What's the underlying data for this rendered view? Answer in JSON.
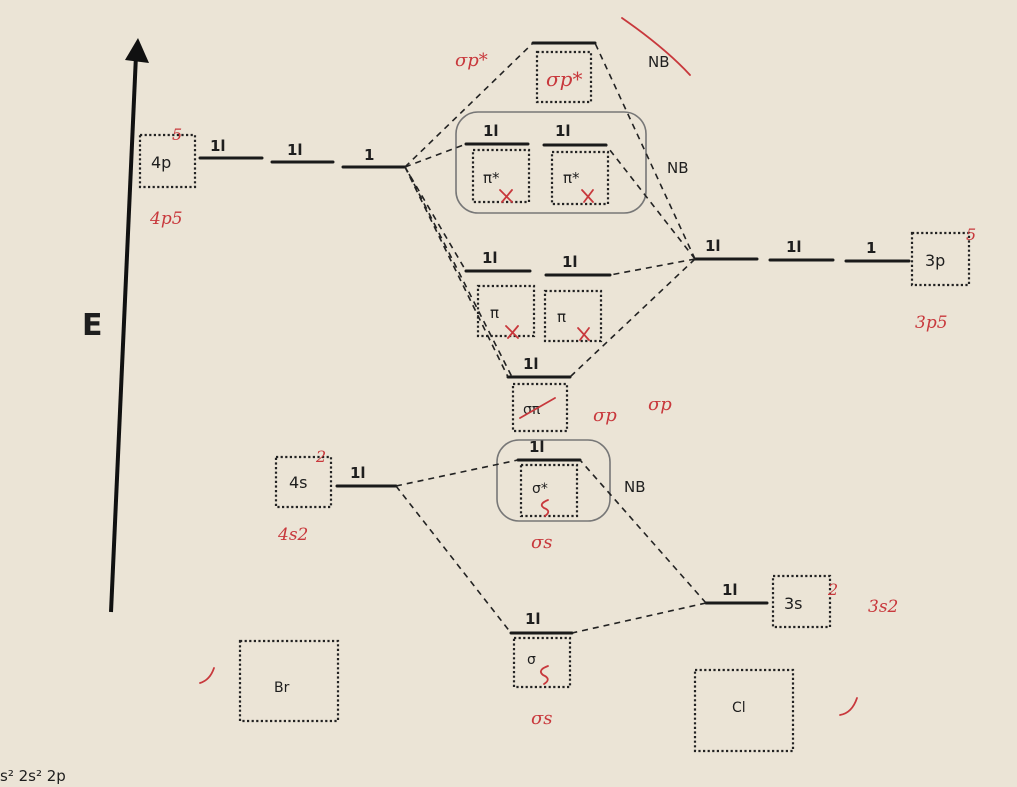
{
  "axis": {
    "label": "E"
  },
  "br": {
    "p_box": "4p",
    "p_red": "4p5",
    "p_red_sup": "5",
    "p_electrons": [
      "1l",
      "1l",
      "1"
    ],
    "s_box": "4s",
    "s_red": "4s2",
    "s_red_sup": "2",
    "s_electrons": "1l",
    "atom": "Br"
  },
  "cl": {
    "p_box": "3p",
    "p_red": "3p5",
    "p_red_sup": "5",
    "p_electrons": [
      "1l",
      "1l",
      "1"
    ],
    "s_box": "3s",
    "s_red": "3s2",
    "s_red_sup": "2",
    "s_electrons": "1l",
    "atom": "Cl"
  },
  "mo": {
    "sigma_p_star": {
      "box": "σp*",
      "red": "σp*",
      "annot": "NB"
    },
    "pi_star": {
      "boxes": [
        "π*",
        "π*"
      ],
      "electrons": [
        "1l",
        "1l"
      ],
      "annot": "NB"
    },
    "pi": {
      "boxes": [
        "π",
        "π"
      ],
      "electrons": [
        "1l",
        "1l"
      ]
    },
    "sigma_p": {
      "box": "σπ",
      "electrons": "1l",
      "red": [
        "σp",
        "σp"
      ]
    },
    "sigma_s_star": {
      "box": "σ*",
      "electrons": "1l",
      "red": "σs",
      "annot": "NB"
    },
    "sigma_s": {
      "box": "σ",
      "electrons": "1l",
      "red": "σs"
    }
  },
  "footer": {
    "config": "s² 2s² 2p"
  }
}
